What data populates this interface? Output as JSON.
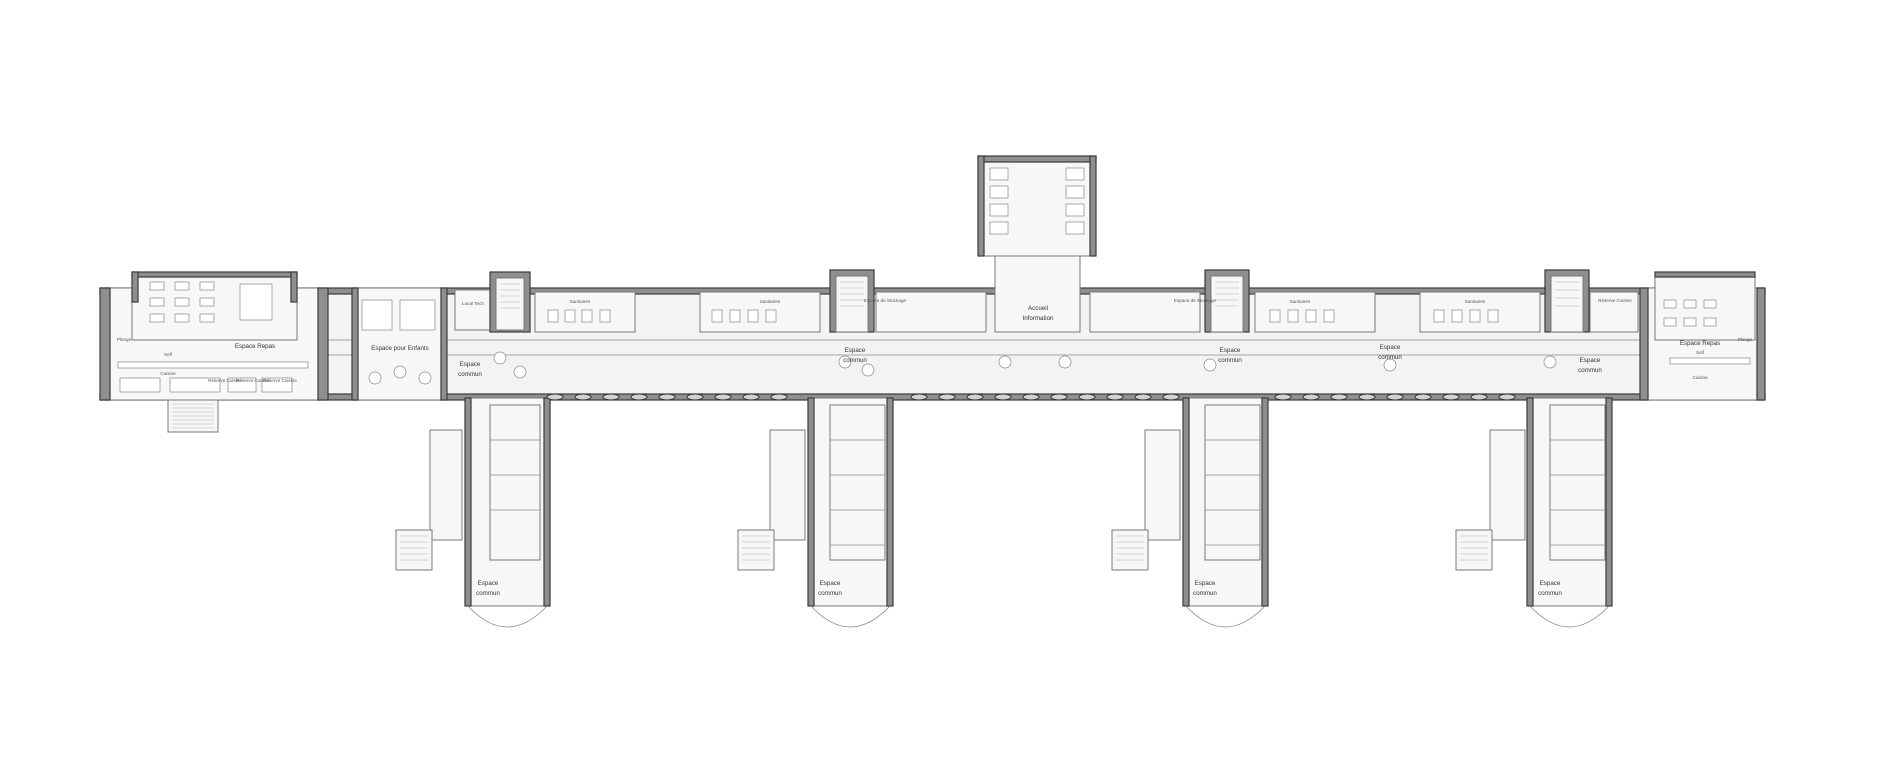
{
  "labels": {
    "espace_repas_w": "Espace Repas",
    "self_w": "Self",
    "cuisine_w": "Cuisine",
    "plonge_w": "Plonge",
    "reserve_w1": "Réserve Cuisine",
    "reserve_w2": "Réserve Cuisine",
    "reserve_w3": "Réserve Cuisine",
    "espace_enfants": "Espace pour Enfants",
    "local_tech": "Local Tech",
    "sanitaires_1": "Sanitaires",
    "sanitaires_2": "Sanitaires",
    "sanitaires_3": "Sanitaires",
    "sanitaires_4": "Sanitaires",
    "espace_stockage_1": "Espace de Stockage",
    "espace_stockage_2": "Espace de Stockage",
    "accueil": "Accueil",
    "information": "Information",
    "reserve_cuisine_e": "Réserve Cuisine",
    "espace_repas_e": "Espace Repas",
    "self_e": "Self",
    "cuisine_e": "Cuisine",
    "plonge_e": "Plonge",
    "espace": "Espace",
    "commun": "commun"
  }
}
